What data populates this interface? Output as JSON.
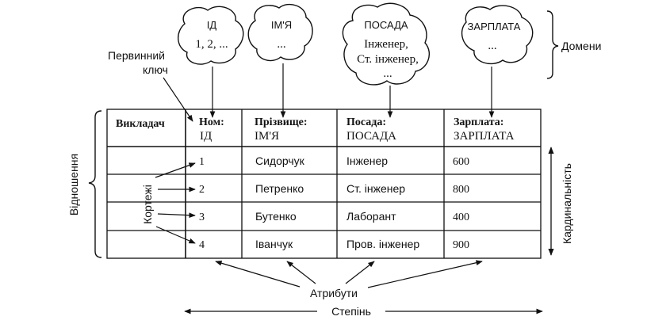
{
  "domains_label": "Домени",
  "primary_key_label": [
    "Первинний",
    "ключ"
  ],
  "clouds": [
    {
      "title": "ІД",
      "lines": [
        "1, 2, ..."
      ]
    },
    {
      "title": "ІМ'Я",
      "lines": [
        "..."
      ]
    },
    {
      "title": "ПОСАДА",
      "lines": [
        "Інженер,",
        "Ст. інженер,",
        "..."
      ]
    },
    {
      "title": "ЗАРПЛАТА",
      "lines": [
        "..."
      ]
    }
  ],
  "table": {
    "headers": [
      {
        "name": "Викладач",
        "domain": ""
      },
      {
        "name": "Ном:",
        "domain": "ІД"
      },
      {
        "name": "Прізвище:",
        "domain": "ІМ'Я"
      },
      {
        "name": "Посада:",
        "domain": "ПОСАДА"
      },
      {
        "name": "Зарплата:",
        "domain": "ЗАРПЛАТА"
      }
    ],
    "rows": [
      [
        "",
        "1",
        "Сидорчук",
        "Інженер",
        "600"
      ],
      [
        "",
        "2",
        "Петренко",
        "Ст. інженер",
        "800"
      ],
      [
        "",
        "3",
        "Бутенко",
        "Лаборант",
        "400"
      ],
      [
        "",
        "4",
        "Іванчук",
        "Пров. інженер",
        "900"
      ]
    ]
  },
  "relation_label": "Відношення",
  "tuples_label": "Кортежі",
  "cardinality_label": "Кардинальність",
  "attributes_label": "Атрибути",
  "degree_label": "Степінь"
}
